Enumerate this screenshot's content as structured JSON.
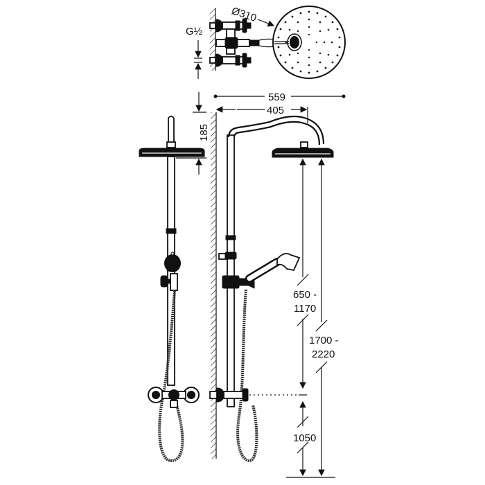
{
  "drawing": {
    "title": "Shower column technical drawing",
    "colors": {
      "line": "#111111",
      "background": "#ffffff"
    }
  },
  "dimensions": {
    "head_diameter": "Ø310",
    "thread": "G½",
    "overall_projection": "559",
    "arm_projection": "405",
    "head_height_above_inlet": "185",
    "handshower_range_line1": "650 -",
    "handshower_range_line2": "1170",
    "total_height_line1": "1700 -",
    "total_height_line2": "2220",
    "mixer_height": "1050"
  },
  "views": {
    "top": "top-view",
    "front": "front-view",
    "side": "side-view"
  }
}
